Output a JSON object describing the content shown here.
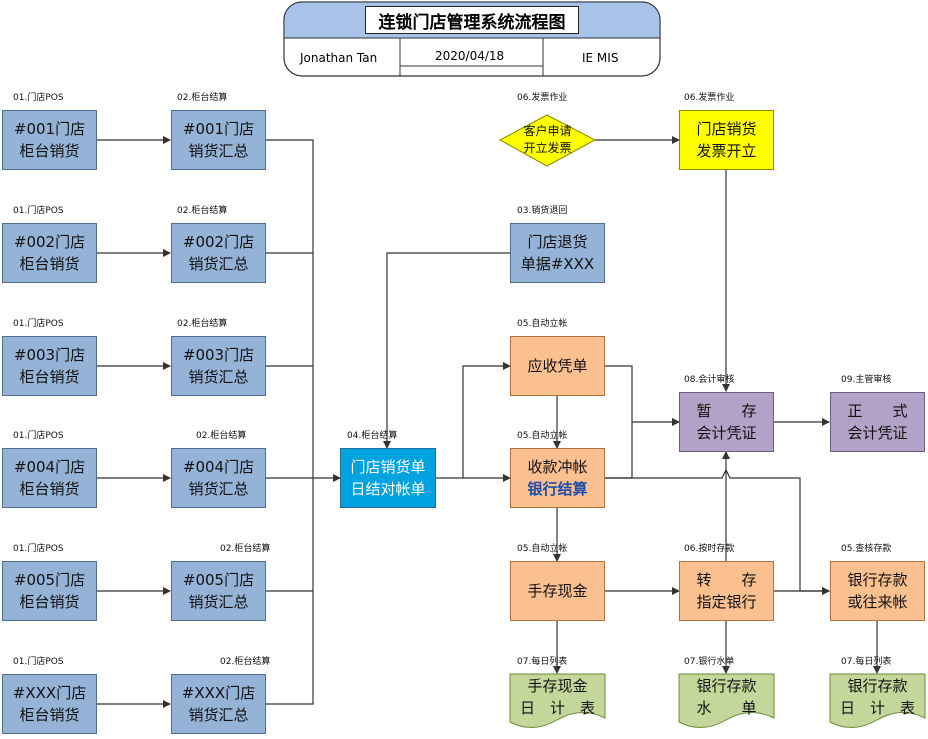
{
  "header": {
    "title": "连锁门店管理系统流程图",
    "author": "Jonathan Tan",
    "date": "2020/04/18",
    "dept": "IE MIS"
  },
  "nodes": {
    "pos1": {
      "caption": "01.门店POS",
      "lines": [
        "#001门店",
        "柜台销货"
      ]
    },
    "pos2": {
      "caption": "01.门店POS",
      "lines": [
        "#002门店",
        "柜台销货"
      ]
    },
    "pos3": {
      "caption": "01.门店POS",
      "lines": [
        "#003门店",
        "柜台销货"
      ]
    },
    "pos4": {
      "caption": "01.门店POS",
      "lines": [
        "#004门店",
        "柜台销货"
      ]
    },
    "pos5": {
      "caption": "01.门店POS",
      "lines": [
        "#005门店",
        "柜台销货"
      ]
    },
    "pos6": {
      "caption": "01.门店POS",
      "lines": [
        "#XXX门店",
        "柜台销货"
      ]
    },
    "sum1": {
      "caption": "02.柜台结算",
      "lines": [
        "#001门店",
        "销货汇总"
      ]
    },
    "sum2": {
      "caption": "02.柜台结算",
      "lines": [
        "#002门店",
        "销货汇总"
      ]
    },
    "sum3": {
      "caption": "02.柜台结算",
      "lines": [
        "#003门店",
        "销货汇总"
      ]
    },
    "sum4": {
      "caption": "02.柜台结算",
      "lines": [
        "#004门店",
        "销货汇总"
      ]
    },
    "sum5": {
      "caption": "02.柜台结算",
      "lines": [
        "#005门店",
        "销货汇总"
      ]
    },
    "sum6": {
      "caption": "02.柜台结算",
      "lines": [
        "#XXX门店",
        "销货汇总"
      ]
    },
    "daily": {
      "caption": "04.柜台结算",
      "lines": [
        "门店销货单",
        "日结对帐单"
      ]
    },
    "returns": {
      "caption": "03.销货退回",
      "lines": [
        "门店退货",
        "单据#XXX"
      ]
    },
    "invreq": {
      "caption": "06.发票作业",
      "lines": [
        "客户申请",
        "开立发票"
      ]
    },
    "invissue": {
      "caption": "06.发票作业",
      "lines": [
        "门店销货",
        "发票开立"
      ]
    },
    "receivable": {
      "caption": "05.自动立帐",
      "lines": [
        "应收凭单"
      ]
    },
    "offset": {
      "caption": "05.自动立帐",
      "lines": [
        "收款冲帐"
      ],
      "highlight": "银行结算"
    },
    "cash": {
      "caption": "05.自动立帐",
      "lines": [
        "手存现金"
      ]
    },
    "temp": {
      "caption": "08.会计审核",
      "lines": [
        "暂　　存",
        "会计凭证"
      ]
    },
    "formal": {
      "caption": "09.主管审核",
      "lines": [
        "正　　式",
        "会计凭证"
      ]
    },
    "deposit": {
      "caption": "06.按时存款",
      "lines": [
        "转　　存",
        "指定银行"
      ]
    },
    "bankcheck": {
      "caption": "05.查核存款",
      "lines": [
        "银行存款",
        "或往来帐"
      ]
    },
    "rep1": {
      "caption": "07.每日列表",
      "lines": [
        "手存现金",
        "日　计　表"
      ]
    },
    "rep2": {
      "caption": "07.银行水单",
      "lines": [
        "银行存款",
        "水　　单"
      ]
    },
    "rep3": {
      "caption": "07.每日列表",
      "lines": [
        "银行存款",
        "日　计　表"
      ]
    }
  },
  "colors": {
    "blue": "#95b3d7",
    "cyan": "#00a2e0",
    "peach": "#fac090",
    "purple": "#b3a2c7",
    "yellow": "#ffff00",
    "green": "#c4d79b",
    "highlight_text": "#1f4ea8"
  }
}
